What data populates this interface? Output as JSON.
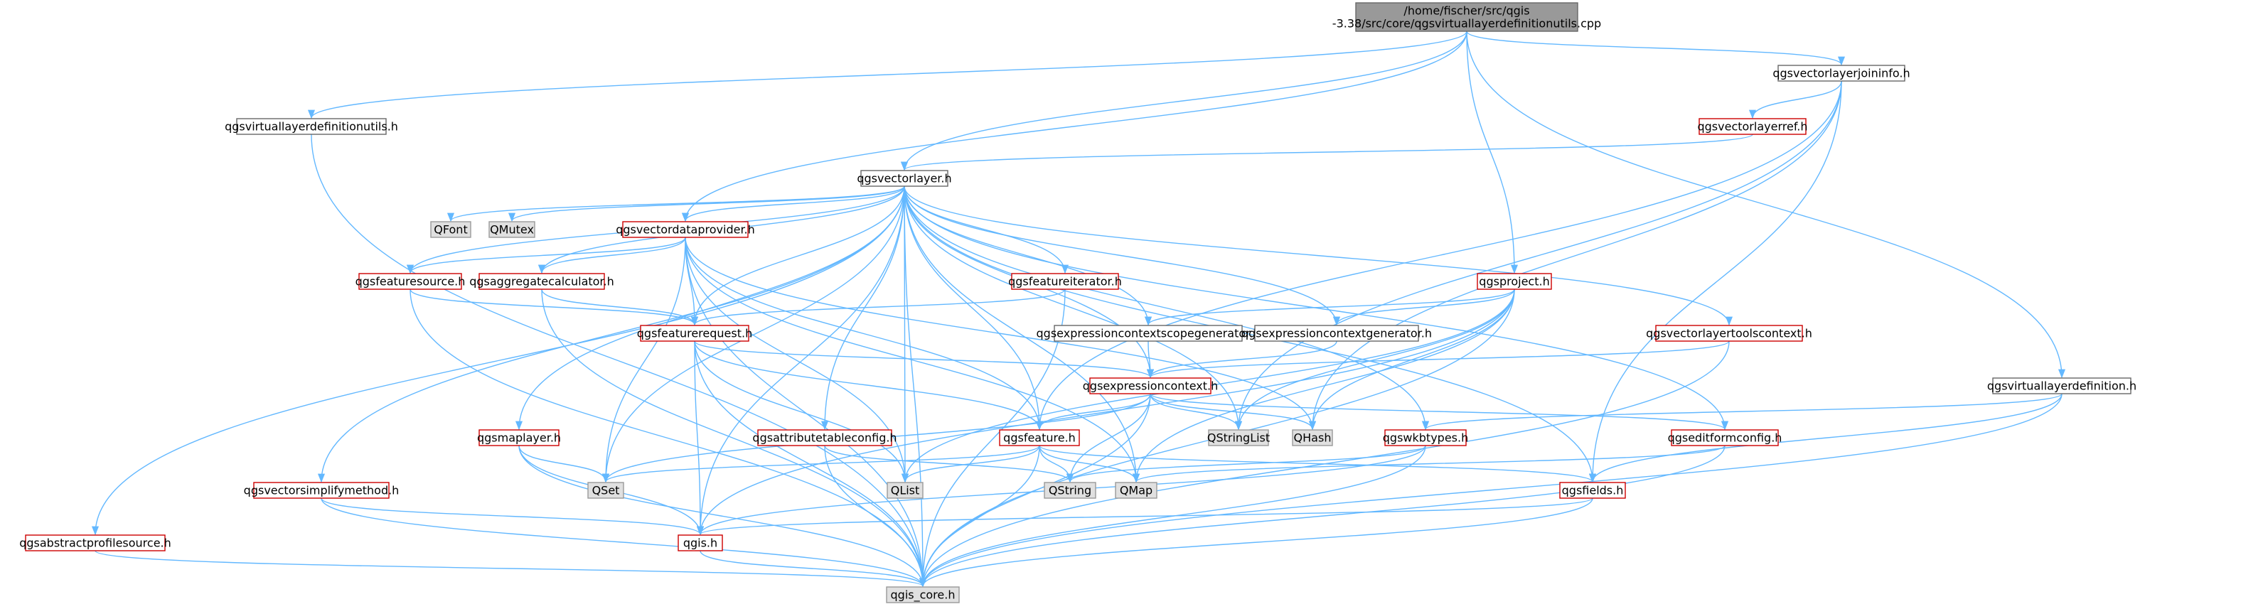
{
  "colors": {
    "edge": "#63b8ff",
    "root_fill": "#999999",
    "root_stroke": "#666666",
    "red_stroke": "#cc0000",
    "normal_stroke": "#666666",
    "external_fill": "#e0e0e0",
    "external_stroke": "#999999",
    "white_fill": "#ffffff",
    "text": "#000000"
  },
  "nodes": [
    {
      "id": "root",
      "style": "root",
      "lines": [
        "/home/fischer/src/qgis",
        "-3.38/src/core/qgsvirtuallayerdefinitionutils.cpp"
      ]
    },
    {
      "id": "vldutils",
      "style": "normal",
      "lines": [
        "qgsvirtuallayerdefinitionutils.h"
      ]
    },
    {
      "id": "joininfo",
      "style": "normal",
      "lines": [
        "qgsvectorlayerjoininfo.h"
      ]
    },
    {
      "id": "vlref",
      "style": "red",
      "lines": [
        "qgsvectorlayerref.h"
      ]
    },
    {
      "id": "vlayer",
      "style": "normal",
      "lines": [
        "qgsvectorlayer.h"
      ]
    },
    {
      "id": "qfont",
      "style": "external",
      "lines": [
        "QFont"
      ]
    },
    {
      "id": "qmutex",
      "style": "external",
      "lines": [
        "QMutex"
      ]
    },
    {
      "id": "vdp",
      "style": "red",
      "lines": [
        "qgsvectordataprovider.h"
      ]
    },
    {
      "id": "fsource",
      "style": "red",
      "lines": [
        "qgsfeaturesource.h"
      ]
    },
    {
      "id": "aggcalc",
      "style": "red",
      "lines": [
        "qgsaggregatecalculator.h"
      ]
    },
    {
      "id": "fiter",
      "style": "red",
      "lines": [
        "qgsfeatureiterator.h"
      ]
    },
    {
      "id": "project",
      "style": "red",
      "lines": [
        "qgsproject.h"
      ]
    },
    {
      "id": "freq",
      "style": "red",
      "lines": [
        "qgsfeaturerequest.h"
      ]
    },
    {
      "id": "ecscopegen",
      "style": "normal",
      "lines": [
        "qgsexpressioncontextscopegenerator.h"
      ]
    },
    {
      "id": "ecgen",
      "style": "normal",
      "lines": [
        "qgsexpressioncontextgenerator.h"
      ]
    },
    {
      "id": "vltools",
      "style": "red",
      "lines": [
        "qgsvectorlayertoolscontext.h"
      ]
    },
    {
      "id": "vldef",
      "style": "normal",
      "lines": [
        "qgsvirtuallayerdefinition.h"
      ]
    },
    {
      "id": "econtext",
      "style": "red",
      "lines": [
        "qgsexpressioncontext.h"
      ]
    },
    {
      "id": "maplayer",
      "style": "red",
      "lines": [
        "qgsmaplayer.h"
      ]
    },
    {
      "id": "attrtable",
      "style": "red",
      "lines": [
        "qgsattributetableconfig.h"
      ]
    },
    {
      "id": "feature",
      "style": "red",
      "lines": [
        "qgsfeature.h"
      ]
    },
    {
      "id": "qstringlist",
      "style": "external",
      "lines": [
        "QStringList"
      ]
    },
    {
      "id": "qhash",
      "style": "external",
      "lines": [
        "QHash"
      ]
    },
    {
      "id": "wkbtypes",
      "style": "red",
      "lines": [
        "qgswkbtypes.h"
      ]
    },
    {
      "id": "editform",
      "style": "red",
      "lines": [
        "qgseditformconfig.h"
      ]
    },
    {
      "id": "simplify",
      "style": "red",
      "lines": [
        "qgsvectorsimplifymethod.h"
      ]
    },
    {
      "id": "qset",
      "style": "external",
      "lines": [
        "QSet"
      ]
    },
    {
      "id": "qlist",
      "style": "external",
      "lines": [
        "QList"
      ]
    },
    {
      "id": "qstring",
      "style": "external",
      "lines": [
        "QString"
      ]
    },
    {
      "id": "qmap",
      "style": "external",
      "lines": [
        "QMap"
      ]
    },
    {
      "id": "fields",
      "style": "red",
      "lines": [
        "qgsfields.h"
      ]
    },
    {
      "id": "absprofile",
      "style": "red",
      "lines": [
        "qgsabstractprofilesource.h"
      ]
    },
    {
      "id": "qgis",
      "style": "red",
      "lines": [
        "qgis.h"
      ]
    },
    {
      "id": "qgiscore",
      "style": "external",
      "lines": [
        "qgis_core.h"
      ]
    }
  ],
  "edges": [
    [
      "root",
      "vldutils"
    ],
    [
      "root",
      "joininfo"
    ],
    [
      "root",
      "vlayer"
    ],
    [
      "root",
      "vdp"
    ],
    [
      "root",
      "project"
    ],
    [
      "root",
      "vldef"
    ],
    [
      "vldutils",
      "qgiscore"
    ],
    [
      "joininfo",
      "vlref"
    ],
    [
      "joininfo",
      "feature"
    ],
    [
      "joininfo",
      "qstringlist"
    ],
    [
      "joininfo",
      "qhash"
    ],
    [
      "joininfo",
      "fields"
    ],
    [
      "vlref",
      "vlayer"
    ],
    [
      "vlayer",
      "qfont"
    ],
    [
      "vlayer",
      "qmutex"
    ],
    [
      "vlayer",
      "vdp"
    ],
    [
      "vlayer",
      "fsource"
    ],
    [
      "vlayer",
      "aggcalc"
    ],
    [
      "vlayer",
      "fiter"
    ],
    [
      "vlayer",
      "freq"
    ],
    [
      "vlayer",
      "ecscopegen"
    ],
    [
      "vlayer",
      "ecgen"
    ],
    [
      "vlayer",
      "vltools"
    ],
    [
      "vlayer",
      "econtext"
    ],
    [
      "vlayer",
      "maplayer"
    ],
    [
      "vlayer",
      "attrtable"
    ],
    [
      "vlayer",
      "feature"
    ],
    [
      "vlayer",
      "qstringlist"
    ],
    [
      "vlayer",
      "editform"
    ],
    [
      "vlayer",
      "simplify"
    ],
    [
      "vlayer",
      "qset"
    ],
    [
      "vlayer",
      "qlist"
    ],
    [
      "vlayer",
      "qmap"
    ],
    [
      "vlayer",
      "fields"
    ],
    [
      "vlayer",
      "absprofile"
    ],
    [
      "vlayer",
      "qgis"
    ],
    [
      "vlayer",
      "qgiscore"
    ],
    [
      "vlayer",
      "wkbtypes"
    ],
    [
      "vdp",
      "fsource"
    ],
    [
      "vdp",
      "aggcalc"
    ],
    [
      "vdp",
      "freq"
    ],
    [
      "vdp",
      "feature"
    ],
    [
      "vdp",
      "qset"
    ],
    [
      "vdp",
      "qlist"
    ],
    [
      "vdp",
      "qmap"
    ],
    [
      "vdp",
      "qgiscore"
    ],
    [
      "vdp",
      "qhash"
    ],
    [
      "fsource",
      "freq"
    ],
    [
      "fsource",
      "qgiscore"
    ],
    [
      "aggcalc",
      "freq"
    ],
    [
      "aggcalc",
      "qgiscore"
    ],
    [
      "fiter",
      "freq"
    ],
    [
      "fiter",
      "qgiscore"
    ],
    [
      "project",
      "ecscopegen"
    ],
    [
      "project",
      "ecgen"
    ],
    [
      "project",
      "qstringlist"
    ],
    [
      "project",
      "qhash"
    ],
    [
      "project",
      "qgiscore"
    ],
    [
      "project",
      "qgis"
    ],
    [
      "project",
      "qlist"
    ],
    [
      "project",
      "qmap"
    ],
    [
      "freq",
      "econtext"
    ],
    [
      "freq",
      "feature"
    ],
    [
      "freq",
      "qgis"
    ],
    [
      "freq",
      "qgiscore"
    ],
    [
      "freq",
      "qlist"
    ],
    [
      "ecscopegen",
      "econtext"
    ],
    [
      "ecgen",
      "econtext"
    ],
    [
      "vltools",
      "econtext"
    ],
    [
      "vltools",
      "qgiscore"
    ],
    [
      "vldef",
      "fields"
    ],
    [
      "vldef",
      "wkbtypes"
    ],
    [
      "vldef",
      "qgiscore"
    ],
    [
      "econtext",
      "feature"
    ],
    [
      "econtext",
      "qstringlist"
    ],
    [
      "econtext",
      "qset"
    ],
    [
      "econtext",
      "qgiscore"
    ],
    [
      "econtext",
      "qstring"
    ],
    [
      "econtext",
      "qhash"
    ],
    [
      "econtext",
      "editform"
    ],
    [
      "maplayer",
      "qset"
    ],
    [
      "maplayer",
      "qgis"
    ],
    [
      "maplayer",
      "qgiscore"
    ],
    [
      "attrtable",
      "qgiscore"
    ],
    [
      "attrtable",
      "qstring"
    ],
    [
      "feature",
      "qset"
    ],
    [
      "feature",
      "qlist"
    ],
    [
      "feature",
      "qstring"
    ],
    [
      "feature",
      "qmap"
    ],
    [
      "feature",
      "fields"
    ],
    [
      "feature",
      "qgiscore"
    ],
    [
      "wkbtypes",
      "qgis"
    ],
    [
      "wkbtypes",
      "qgiscore"
    ],
    [
      "wkbtypes",
      "qstring"
    ],
    [
      "editform",
      "qgiscore"
    ],
    [
      "editform",
      "qmap"
    ],
    [
      "simplify",
      "qgis"
    ],
    [
      "simplify",
      "qgiscore"
    ],
    [
      "fields",
      "qgis"
    ],
    [
      "fields",
      "qgiscore"
    ],
    [
      "absprofile",
      "qgiscore"
    ],
    [
      "qgis",
      "qgiscore"
    ]
  ]
}
